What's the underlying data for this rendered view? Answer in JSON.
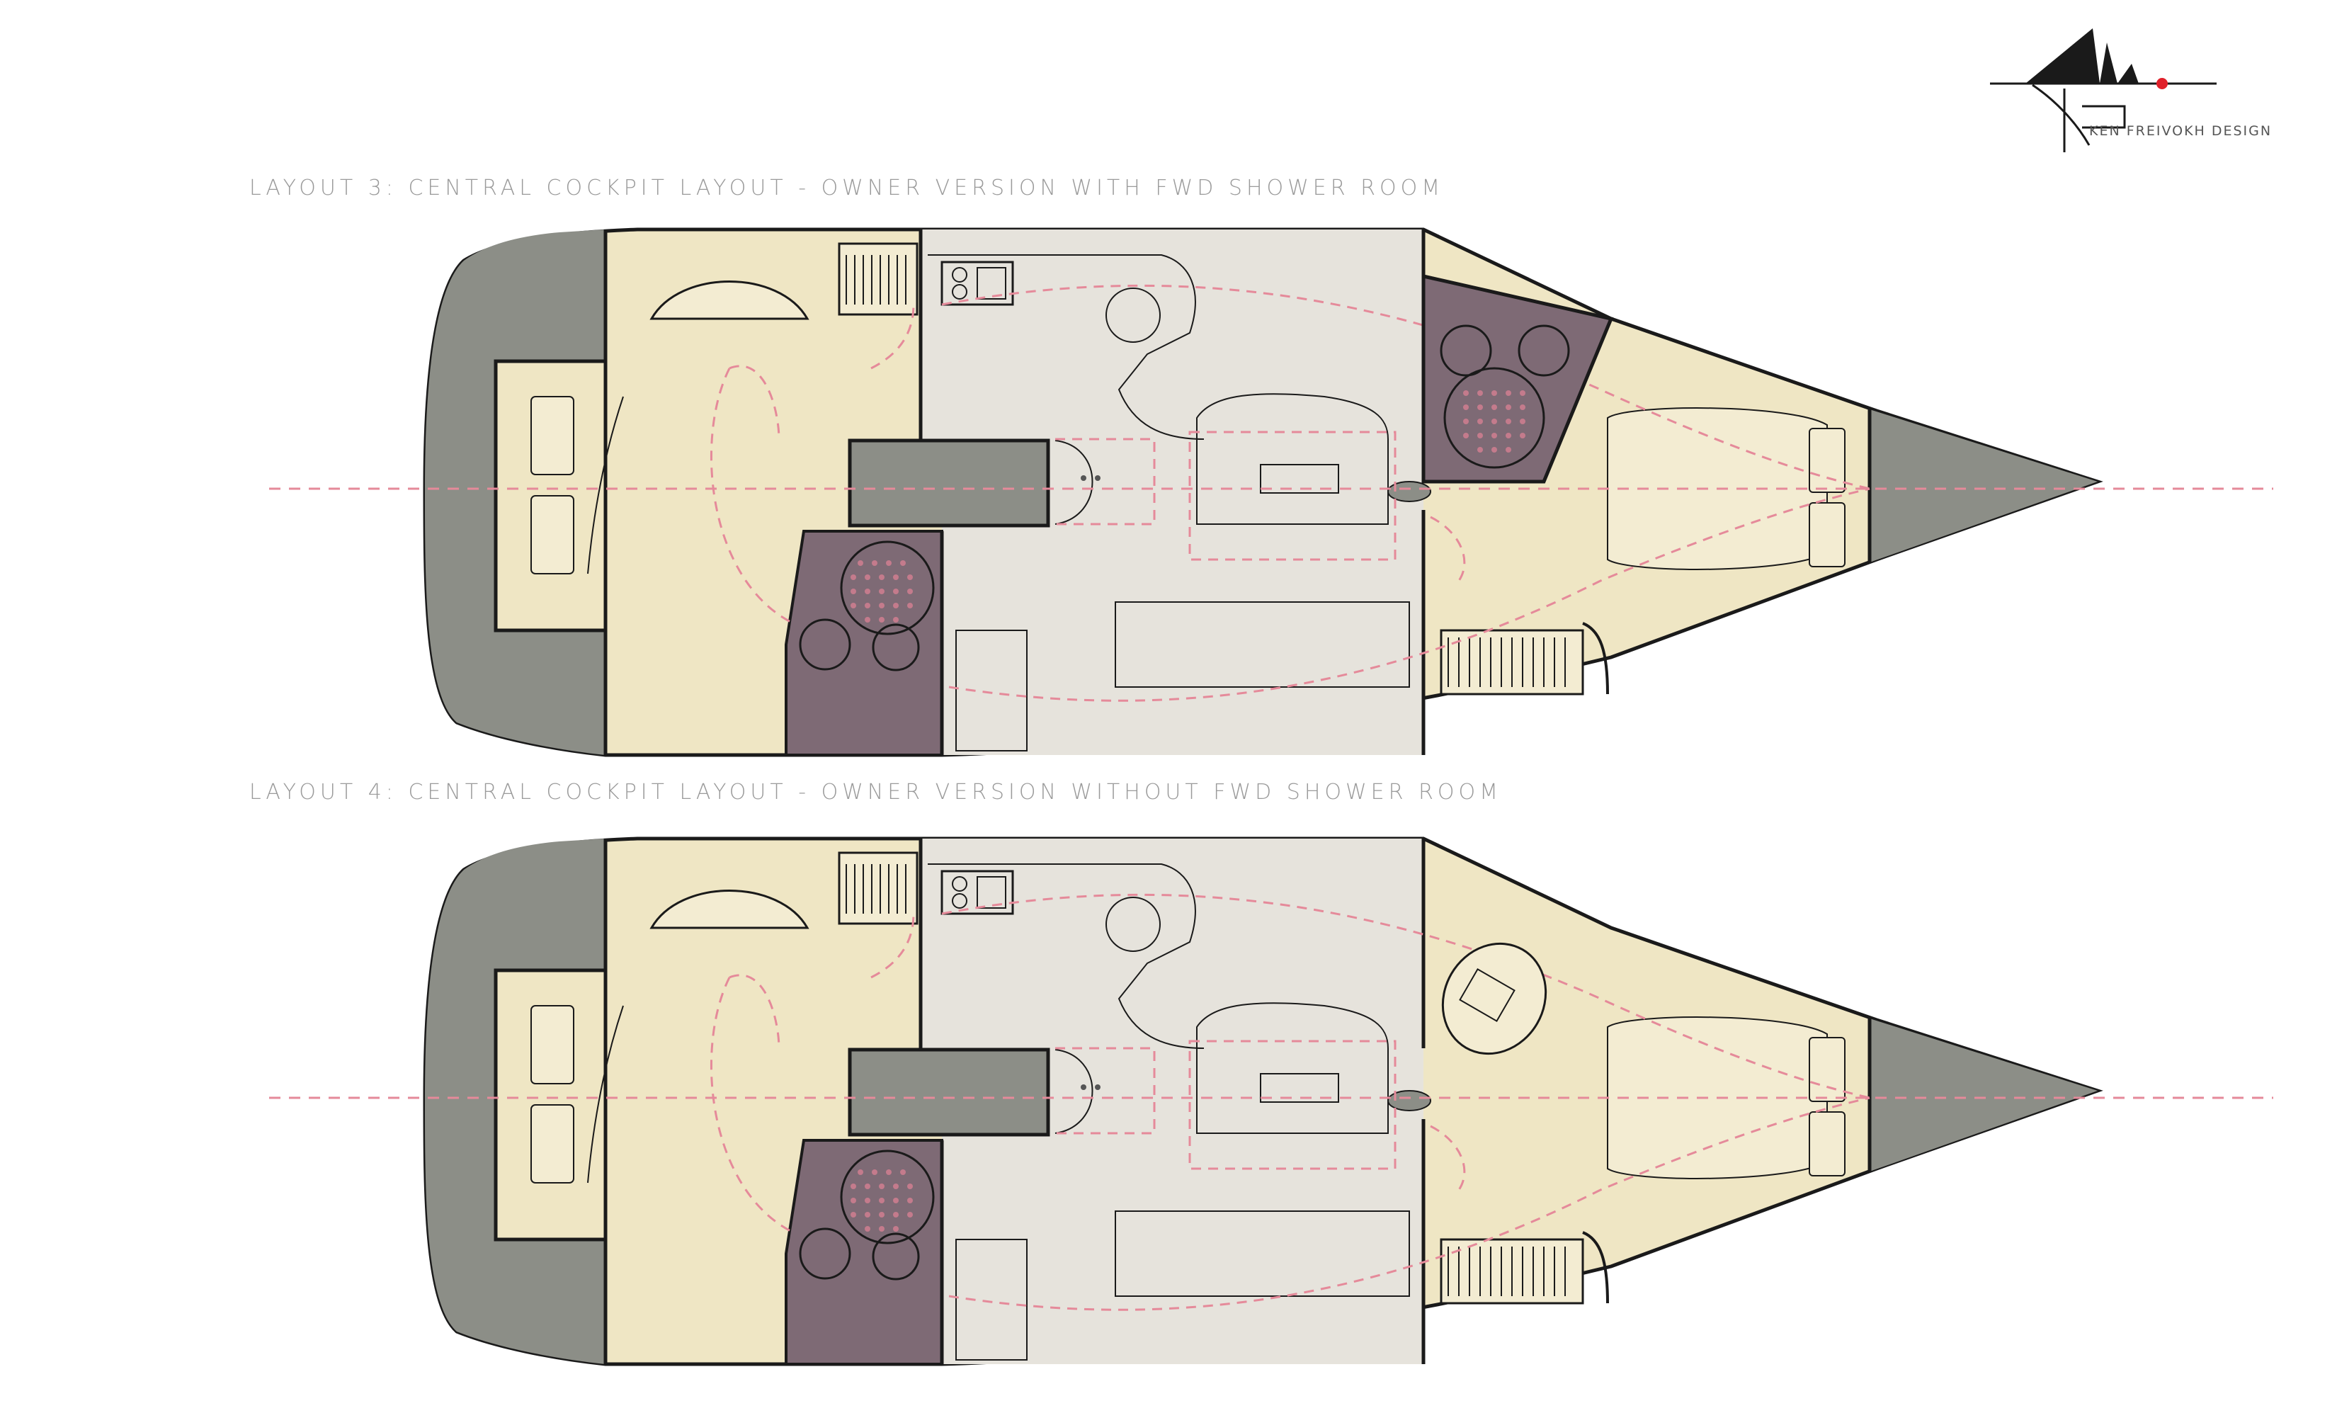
{
  "brand": {
    "name": "KEN FREIVOKH DESIGN",
    "logo_icon": "kfd-monogram-icon",
    "accent_color": "#e0202a"
  },
  "plans": [
    {
      "title": "LAYOUT 3: CENTRAL COCKPIT LAYOUT - OWNER VERSION WITH FWD SHOWER ROOM",
      "forward_shower_room": true
    },
    {
      "title": "LAYOUT 4: CENTRAL COCKPIT LAYOUT - OWNER VERSION WITHOUT FWD SHOWER ROOM",
      "forward_shower_room": false
    }
  ],
  "colors": {
    "cabin_fill": "#efe6c4",
    "saloon_fill": "#e6e3dc",
    "grey_fill": "#8c8e87",
    "shower_fill": "#7e6a75",
    "centerline": "#e58a9a",
    "outline": "#1a1a1a"
  }
}
